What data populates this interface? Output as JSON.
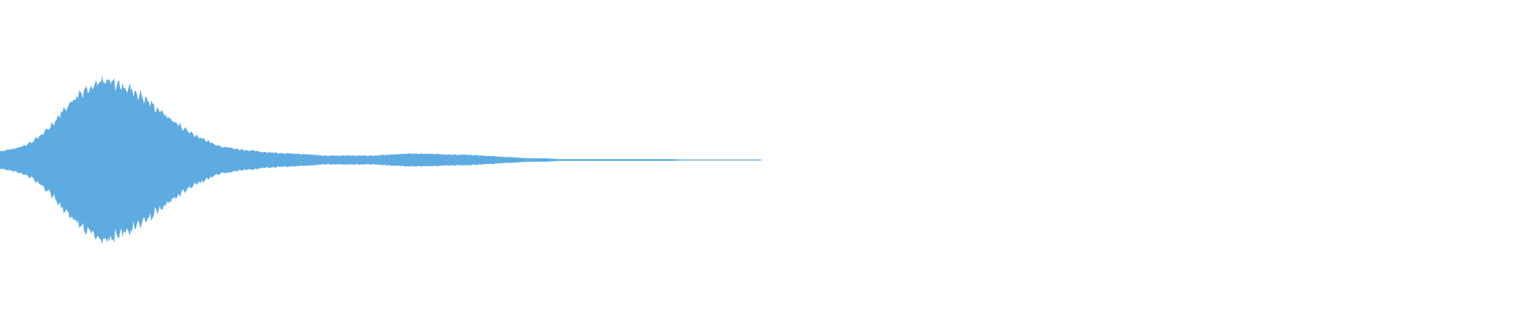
{
  "waveform": {
    "color": "#5eabe2",
    "background": "#ffffff",
    "audio_fraction": 0.495,
    "amplitude_envelope": [
      0.1,
      0.13,
      0.2,
      0.33,
      0.55,
      0.74,
      0.87,
      0.88,
      0.84,
      0.74,
      0.6,
      0.46,
      0.34,
      0.24,
      0.17,
      0.13,
      0.11,
      0.09,
      0.08,
      0.07,
      0.06,
      0.05,
      0.05,
      0.05,
      0.05,
      0.06,
      0.07,
      0.07,
      0.07,
      0.06,
      0.06,
      0.05,
      0.04,
      0.03,
      0.02,
      0.02,
      0.01,
      0.01,
      0.01,
      0.01,
      0.01,
      0.01,
      0.01,
      0.01,
      0.005,
      0.005,
      0.005,
      0.005,
      0.004,
      0.004
    ]
  }
}
